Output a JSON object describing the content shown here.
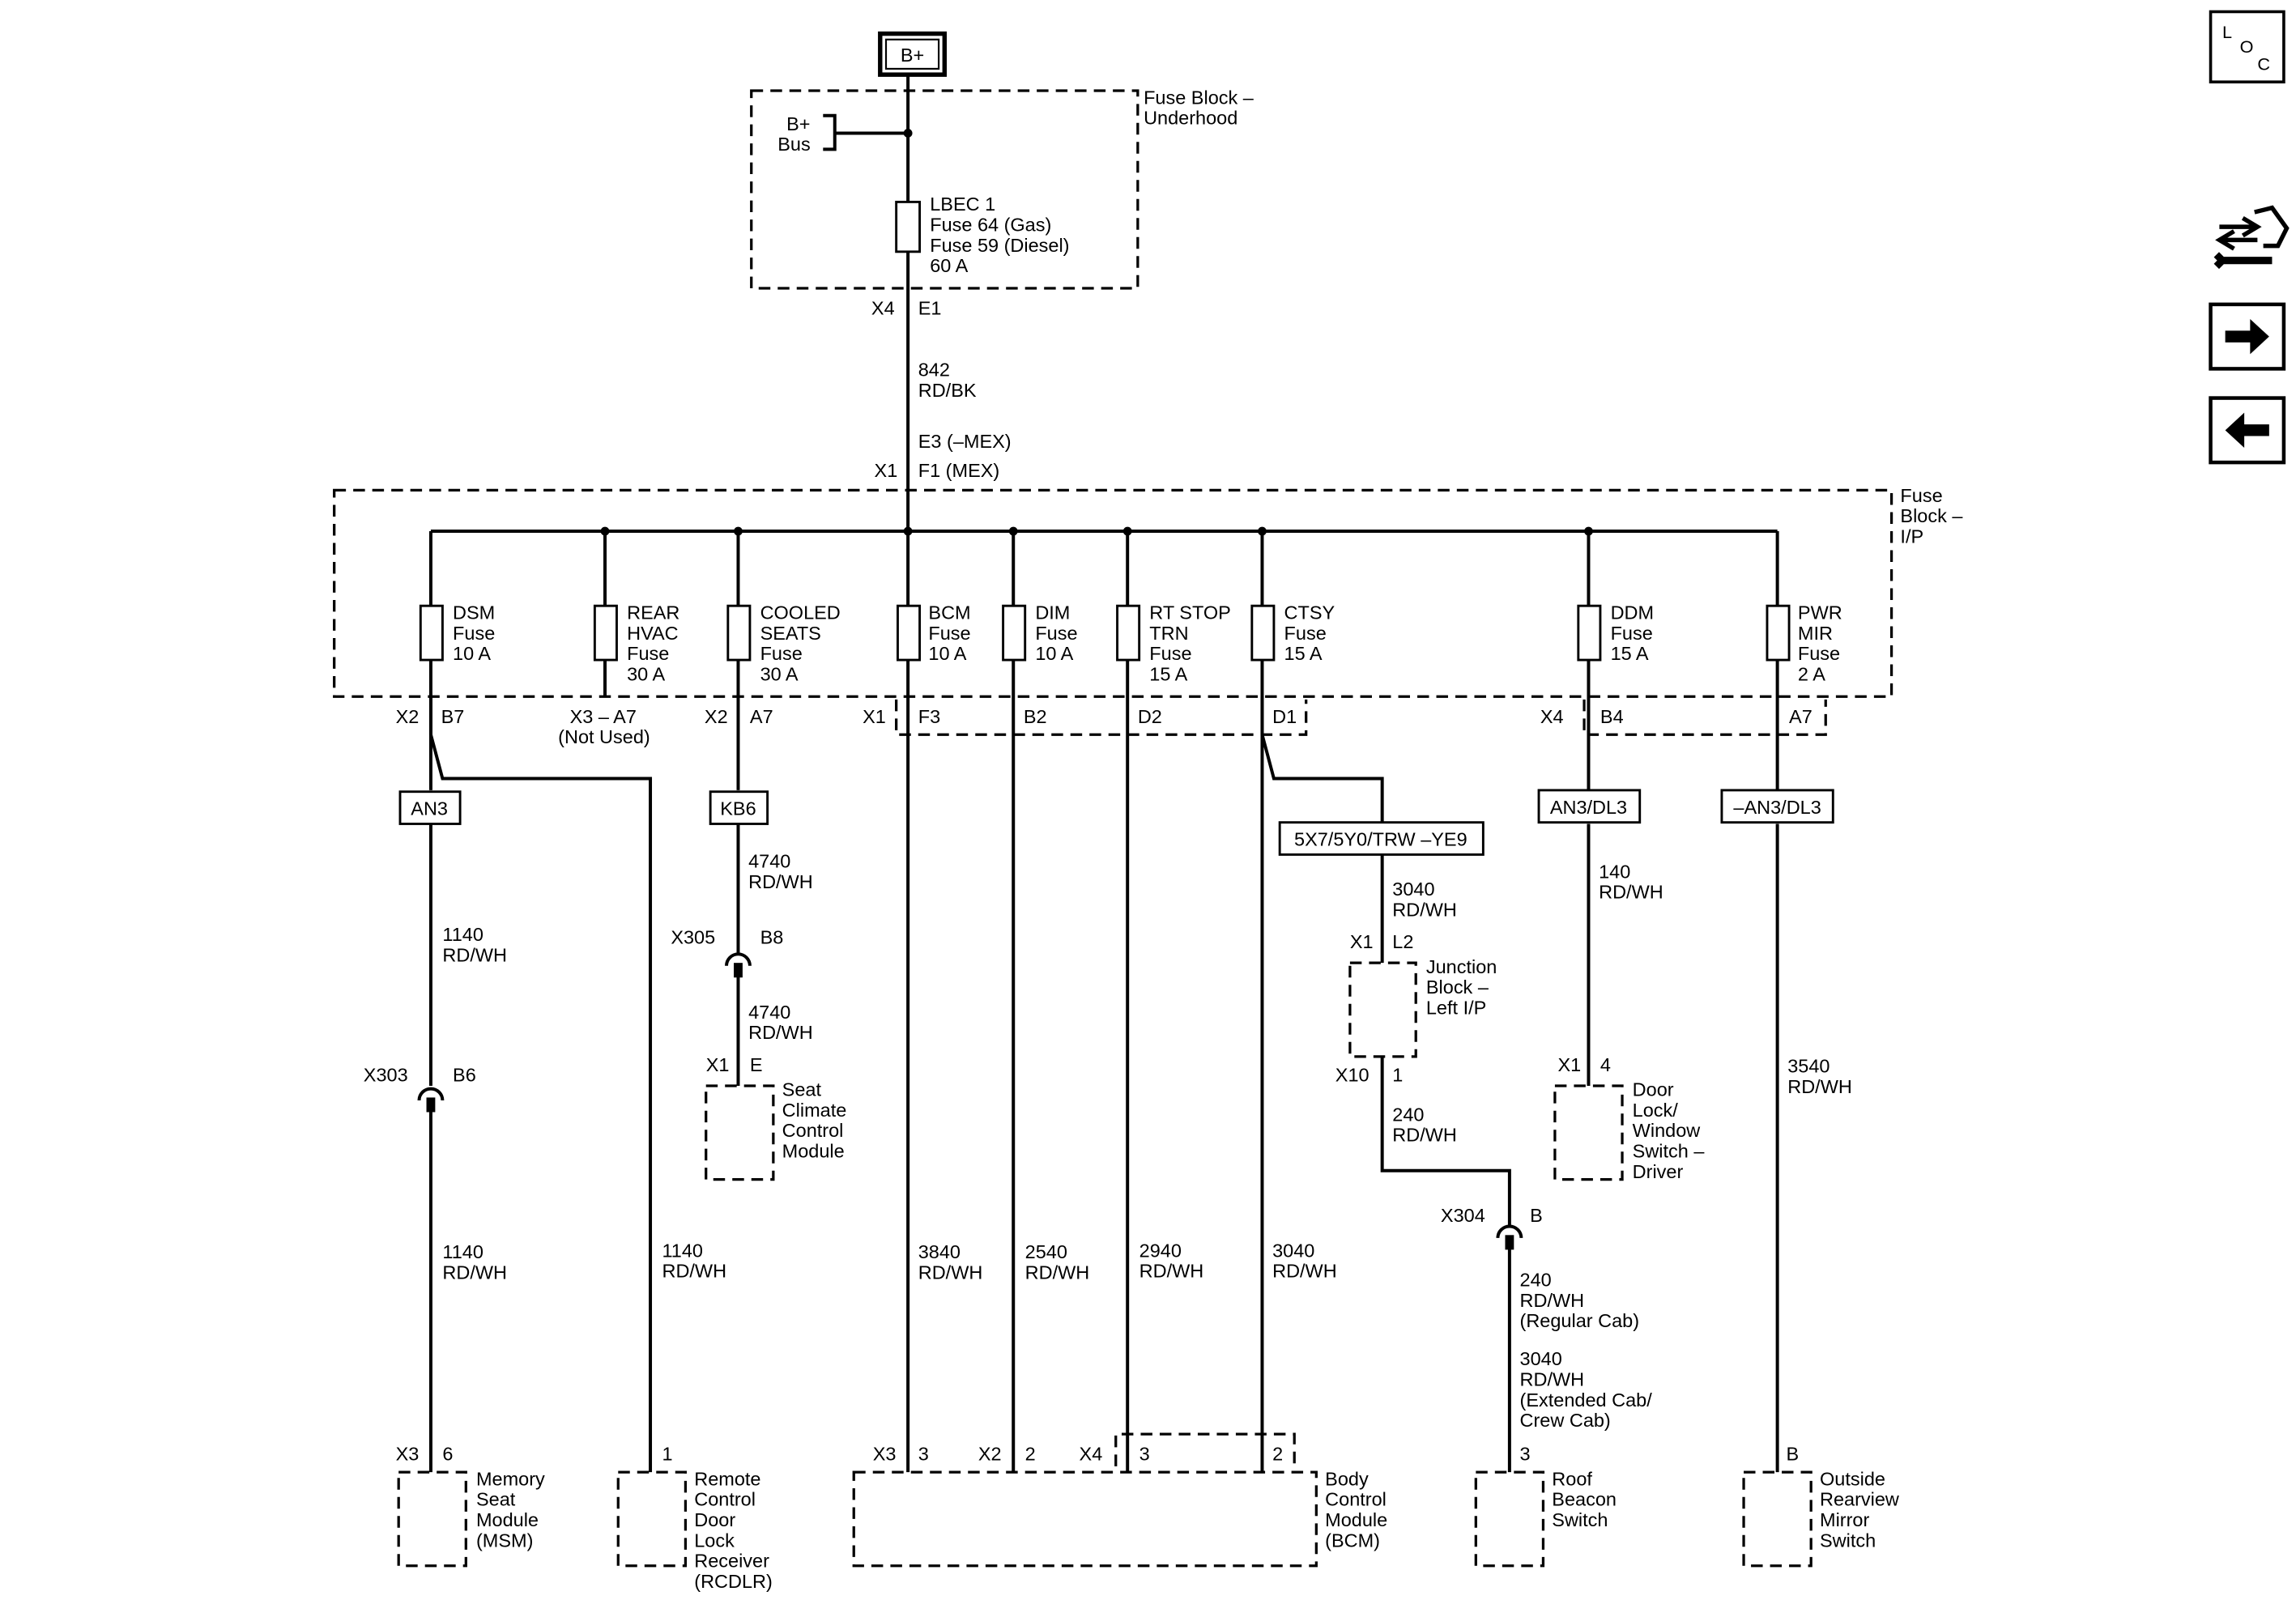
{
  "power_source": "B+",
  "fuse_block_underhood": {
    "label_lines": [
      "Fuse Block –",
      "Underhood"
    ],
    "bus_lines": [
      "B+",
      "Bus"
    ],
    "fuse_lines": [
      "LBEC 1",
      "Fuse 64 (Gas)",
      "Fuse 59 (Diesel)",
      "60 A"
    ],
    "out_connector": "X4",
    "out_pin": "E1"
  },
  "feed_wire": {
    "circuit": "842",
    "color": "RD/BK",
    "in_connector": "X1",
    "in_pin_lines": [
      "E3 (–MEX)",
      "F1 (MEX)"
    ]
  },
  "fuse_block_ip": {
    "label_lines": [
      "Fuse",
      "Block –",
      "I/P"
    ],
    "fuses": [
      {
        "lines": [
          "DSM",
          "Fuse",
          "10 A"
        ],
        "connector": "X2",
        "pin": "B7"
      },
      {
        "lines": [
          "REAR",
          "HVAC",
          "Fuse",
          "30 A"
        ],
        "connector": "X3 – A7",
        "note": "(Not Used)"
      },
      {
        "lines": [
          "COOLED",
          "SEATS",
          "Fuse",
          "30 A"
        ],
        "connector": "X2",
        "pin": "A7"
      },
      {
        "lines": [
          "BCM",
          "Fuse",
          "10 A"
        ],
        "connector": "X1",
        "pin": "F3"
      },
      {
        "lines": [
          "DIM",
          "Fuse",
          "10 A"
        ],
        "pin": "B2"
      },
      {
        "lines": [
          "RT STOP",
          "TRN",
          "Fuse",
          "15 A"
        ],
        "pin": "D2"
      },
      {
        "lines": [
          "CTSY",
          "Fuse",
          "15 A"
        ],
        "pin": "D1"
      },
      {
        "lines": [
          "DDM",
          "Fuse",
          "15 A"
        ],
        "connector": "X4",
        "pin": "B4"
      },
      {
        "lines": [
          "PWR",
          "MIR",
          "Fuse",
          "2 A"
        ],
        "pin": "A7"
      }
    ]
  },
  "option_codes": {
    "dsm": "AN3",
    "cooled": "KB6",
    "ctsy": "5X7/5Y0/TRW –YE9",
    "ddm": "AN3/DL3",
    "mir": "–AN3/DL3"
  },
  "wires": {
    "w1140a": [
      "1140",
      "RD/WH"
    ],
    "w1140b": [
      "1140",
      "RD/WH"
    ],
    "w1140c": [
      "1140",
      "RD/WH"
    ],
    "w4740a": [
      "4740",
      "RD/WH"
    ],
    "w4740b": [
      "4740",
      "RD/WH"
    ],
    "w3840": [
      "3840",
      "RD/WH"
    ],
    "w2540": [
      "2540",
      "RD/WH"
    ],
    "w2940": [
      "2940",
      "RD/WH"
    ],
    "w3040a": [
      "3040",
      "RD/WH"
    ],
    "w3040b": [
      "3040",
      "RD/WH"
    ],
    "w240a": [
      "240",
      "RD/WH"
    ],
    "w240b": [
      "240",
      "RD/WH",
      "(Regular Cab)"
    ],
    "w3040c": [
      "3040",
      "RD/WH",
      "(Extended Cab/",
      "Crew Cab)"
    ],
    "w140": [
      "140",
      "RD/WH"
    ],
    "w3540": [
      "3540",
      "RD/WH"
    ]
  },
  "inline_connectors": {
    "x303": {
      "name": "X303",
      "pin": "B6"
    },
    "x305": {
      "name": "X305",
      "pin": "B8"
    },
    "x304": {
      "name": "X304",
      "pin": "B"
    }
  },
  "junction_block": {
    "lines": [
      "Junction",
      "Block –",
      "Left I/P"
    ],
    "in_connector": "X1",
    "in_pin": "L2",
    "out_connector": "X10",
    "out_pin": "1"
  },
  "components": {
    "msm": {
      "lines": [
        "Memory",
        "Seat",
        "Module",
        "(MSM)"
      ],
      "connector": "X3",
      "pin": "6"
    },
    "rcdlr": {
      "lines": [
        "Remote",
        "Control",
        "Door",
        "Lock",
        "Receiver",
        "(RCDLR)"
      ],
      "pin": "1"
    },
    "bcm": {
      "lines": [
        "Body",
        "Control",
        "Module",
        "(BCM)"
      ],
      "pins": [
        {
          "connector": "X3",
          "pin": "3"
        },
        {
          "connector": "X2",
          "pin": "2"
        },
        {
          "connector": "X4",
          "pin": "3"
        },
        {
          "pin": "2"
        }
      ]
    },
    "roof": {
      "lines": [
        "Roof",
        "Beacon",
        "Switch"
      ],
      "pin": "3"
    },
    "mirror": {
      "lines": [
        "Outside",
        "Rearview",
        "Mirror",
        "Switch"
      ],
      "pin": "B"
    },
    "seat_climate": {
      "lines": [
        "Seat",
        "Climate",
        "Control",
        "Module"
      ],
      "connector": "X1",
      "pin": "E"
    },
    "door_lock": {
      "lines": [
        "Door",
        "Lock/",
        "Window",
        "Switch –",
        "Driver"
      ],
      "connector": "X1",
      "pin": "4"
    }
  },
  "sidebar": {
    "loc_letters": [
      "L",
      "O",
      "C"
    ],
    "icons": [
      "connector-tool-icon",
      "arrow-right-icon",
      "arrow-left-icon"
    ]
  }
}
